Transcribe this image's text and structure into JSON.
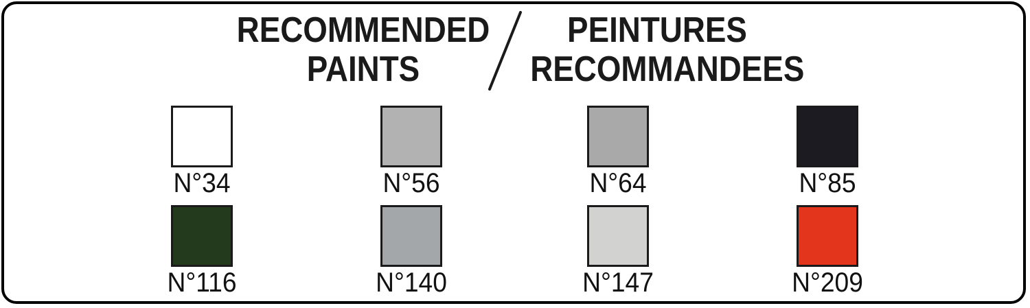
{
  "header": {
    "title_en_line1": "RECOMMENDED",
    "title_en_line2": "PAINTS",
    "separator": "/",
    "title_fr_line1": "PEINTURES",
    "title_fr_line2": "RECOMMANDEES"
  },
  "swatches": [
    {
      "label": "N°34",
      "color": "#ffffff"
    },
    {
      "label": "N°56",
      "color": "#b2b2b2"
    },
    {
      "label": "N°64",
      "color": "#a9a9a9"
    },
    {
      "label": "N°85",
      "color": "#1b1b21"
    },
    {
      "label": "N°116",
      "color": "#243a1c"
    },
    {
      "label": "N°140",
      "color": "#a3a7aa"
    },
    {
      "label": "N°147",
      "color": "#d2d2d1"
    },
    {
      "label": "N°209",
      "color": "#e2351b"
    }
  ],
  "frame": {
    "border_color": "#000000",
    "background": "#ffffff"
  }
}
